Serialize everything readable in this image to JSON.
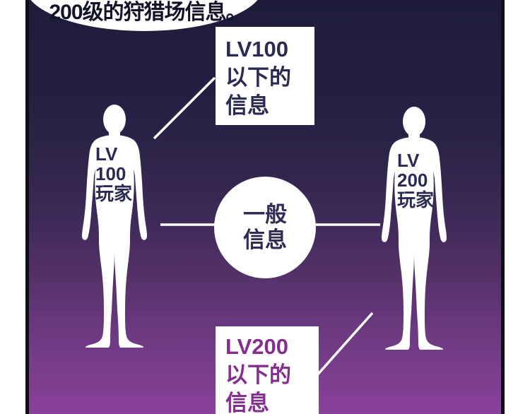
{
  "colors": {
    "page_margin": "#ffffff",
    "panel_border": "#0e0d18",
    "bg_top": "#1e1c3a",
    "bg_mid": "#3d2a58",
    "bg_bottom": "#8a4199",
    "shape_fill": "#ffffff",
    "connector_line": "#ffffff",
    "bubble_text": "#13132a",
    "box_lv100_text": "#2b2a52",
    "box_lv200_text": "#842e8e",
    "circle_text": "#342a56",
    "figure_label_text": "#2b2a52"
  },
  "speech_bubble": {
    "text": "200级的狩猎场信息。"
  },
  "box_lv100": {
    "line1": "LV100",
    "line2": "以下的",
    "line3": "信息"
  },
  "box_lv200": {
    "line1": "LV200",
    "line2": "以下的",
    "line3": "信息"
  },
  "circle_general": {
    "line1": "一般",
    "line2": "信息"
  },
  "figure_left": {
    "line1": "LV",
    "line2": "100",
    "line3": "玩家"
  },
  "figure_right": {
    "line1": "LV",
    "line2": "200",
    "line3": "玩家"
  }
}
